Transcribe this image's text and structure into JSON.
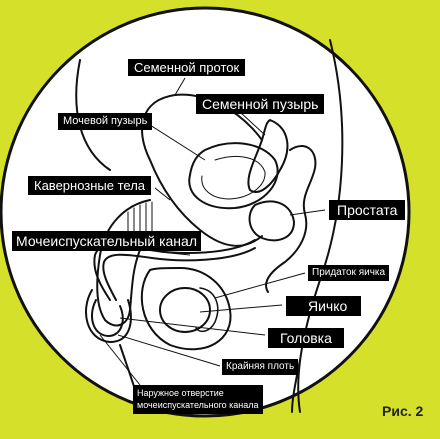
{
  "colors": {
    "background": "#d4e029",
    "circle_fill": "#ffffff",
    "outline": "#111111",
    "label_bg": "#000000",
    "label_text": "#ffffff"
  },
  "labels": {
    "vas_deferens": "Семенной проток",
    "bladder": "Мочевой пузырь",
    "seminal_vesicle": "Семенной пузырь",
    "corpora_cavernosa": "Кавернозные тела",
    "prostate": "Простата",
    "urethra": "Мочеиспускательный канал",
    "epididymis": "Придаток яичка",
    "testis": "Яичко",
    "glans": "Головка",
    "foreskin": "Крайняя плоть",
    "external_opening_line1": "Наружное отверстие",
    "external_opening_line2": "мочеиспускательного канала"
  },
  "figure_caption": "Рис. 2"
}
